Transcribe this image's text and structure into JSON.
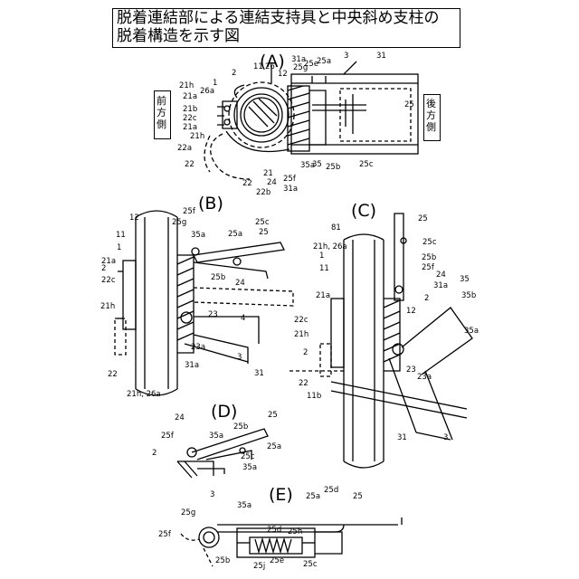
{
  "title": {
    "line1": "脱着連結部による連結支持具と中央斜め支柱の",
    "line2": "脱着構造を示す図"
  },
  "panels": {
    "A": "(A)",
    "B": "(B)",
    "C": "(C)",
    "D": "(D)",
    "E": "(E)"
  },
  "sides": {
    "front": "前方側",
    "rear": "後方側"
  },
  "labels": {
    "A": [
      "2",
      "11",
      "26",
      "12",
      "31a",
      "25g",
      "25e",
      "3",
      "31",
      "1",
      "21h",
      "26a",
      "21a",
      "21b",
      "22c",
      "21a",
      "21h",
      "22a",
      "22",
      "22",
      "22b",
      "21",
      "24",
      "25f",
      "31a",
      "35a",
      "35",
      "25b",
      "25c",
      "25a",
      "25"
    ],
    "B": [
      "12",
      "25g",
      "25f",
      "25c",
      "11",
      "35a",
      "25a",
      "25",
      "1",
      "21a",
      "2",
      "22c",
      "21h",
      "25b",
      "24",
      "4",
      "23",
      "23a",
      "3",
      "31a",
      "22",
      "31",
      "21h, 26a"
    ],
    "C": [
      "81",
      "25",
      "25c",
      "21h, 26a",
      "25b",
      "25f",
      "24",
      "35",
      "1",
      "11",
      "31a",
      "2",
      "35b",
      "21a",
      "12",
      "35a",
      "22c",
      "21h",
      "2",
      "22",
      "23",
      "23a",
      "11b",
      "31",
      "3"
    ],
    "D": [
      "24",
      "25b",
      "25",
      "25f",
      "35a",
      "2",
      "25a",
      "25c",
      "35a",
      "3"
    ],
    "E": [
      "25a",
      "25d",
      "25",
      "35a",
      "25g",
      "25d",
      "25h",
      "25f",
      "25b",
      "25j",
      "25e",
      "25c"
    ]
  }
}
